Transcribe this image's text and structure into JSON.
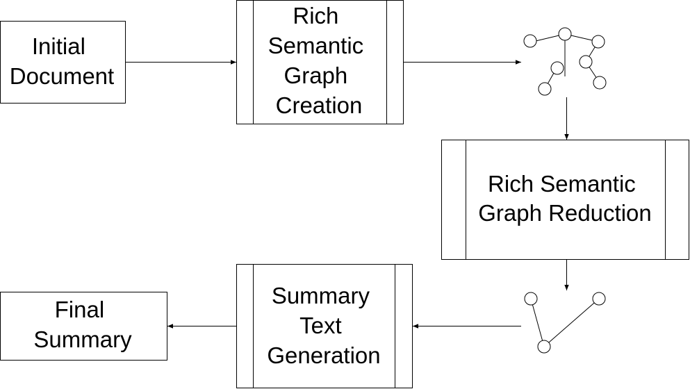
{
  "nodes": {
    "initial_document": {
      "lines": [
        "Initial",
        "Document"
      ]
    },
    "graph_creation": {
      "lines": [
        "Rich",
        "Semantic",
        "Graph",
        "Creation"
      ]
    },
    "graph_reduction": {
      "lines": [
        "Rich Semantic",
        "Graph Reduction"
      ]
    },
    "summary_generation": {
      "lines": [
        "Summary",
        "Text",
        "Generation"
      ]
    },
    "final_summary": {
      "lines": [
        "Final",
        "Summary"
      ]
    }
  },
  "icons": {
    "full_graph": "semantic-graph-icon",
    "reduced_graph": "reduced-graph-icon"
  },
  "colors": {
    "stroke": "#000000",
    "fill": "#ffffff",
    "text": "#000000"
  }
}
